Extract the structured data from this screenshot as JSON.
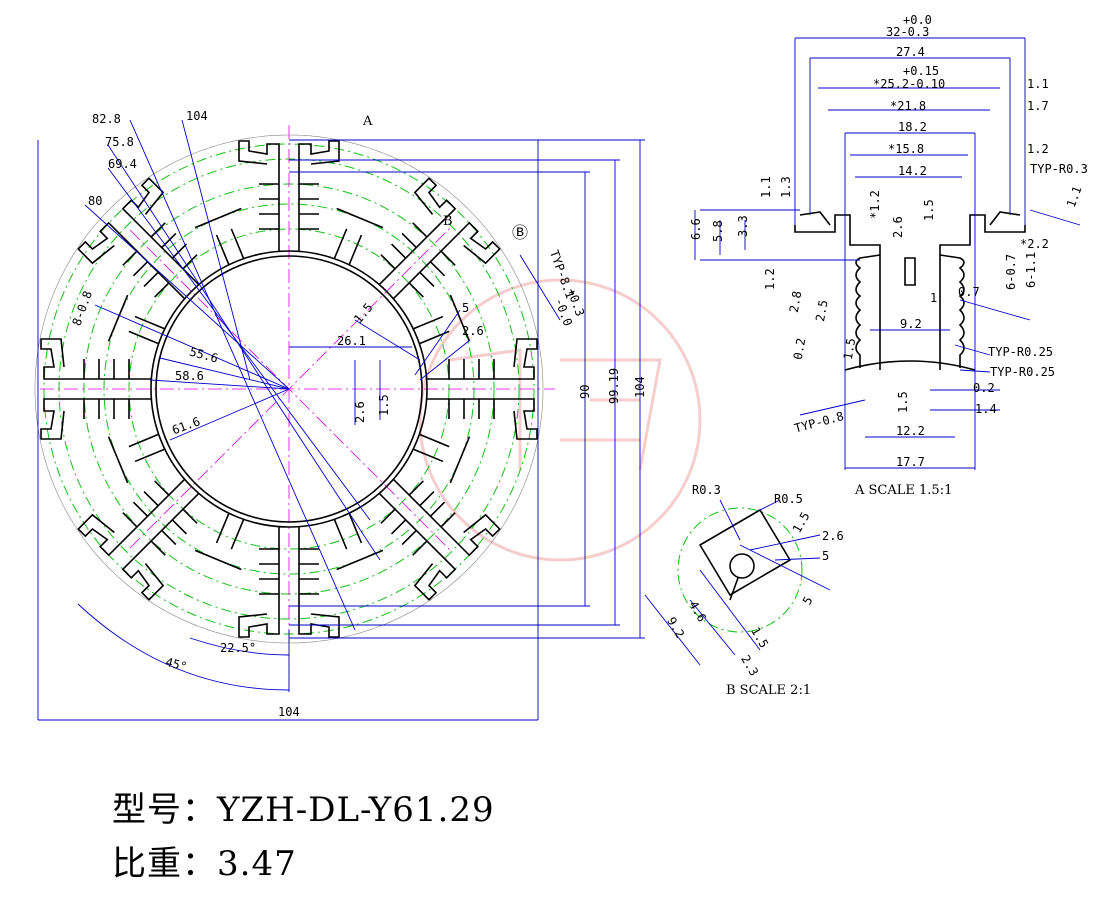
{
  "model": {
    "label": "型号：",
    "value": "YZH-DL-Y61.29"
  },
  "density": {
    "label": "比重：",
    "value": "3.47"
  },
  "main_view": {
    "section_marker_a": "A",
    "section_marker_b": "B",
    "circle_b": "Ⓑ",
    "dims": [
      "82.8",
      "104",
      "75.8",
      "69.4",
      "80",
      "8-0.8",
      "55.6",
      "58.6",
      "61.6",
      "26.1",
      "1.5",
      "2.6",
      "1.5",
      "5",
      "2.6",
      "TYP-8.1",
      "+0.3",
      "-0.0",
      "90",
      "99.19",
      "104",
      "22.5°",
      "45°",
      "104"
    ]
  },
  "detail_a": {
    "caption": "A SCALE 1.5:1",
    "dims": [
      "+0.0",
      "32-0.3",
      "27.4",
      "+0.15",
      "*25.2-0.10",
      "1.1",
      "*21.8",
      "1.7",
      "18.2",
      "1.2",
      "*15.8",
      "14.2",
      "TYP-R0.3",
      "1.1",
      "1.3",
      "6.6",
      "5.8",
      "3.3",
      "*1.2",
      "2.6",
      "1.5",
      "*2.2",
      "1.1",
      "1.2",
      "0.7",
      "6-0.7",
      "6-1.1",
      "1",
      "2.8",
      "2.5",
      "9.2",
      "0.2",
      "TYP-R0.25",
      "TYP-R0.25",
      "1.5",
      "0.2",
      "TYP-0.8",
      "1.5",
      "1.4",
      "12.2",
      "17.7"
    ]
  },
  "detail_b": {
    "caption": "B SCALE 2:1",
    "dims": [
      "R0.3",
      "R0.5",
      "1.5",
      "2.6",
      "5",
      "4.6",
      "9.2",
      "1.5",
      "5",
      "2.3"
    ]
  }
}
